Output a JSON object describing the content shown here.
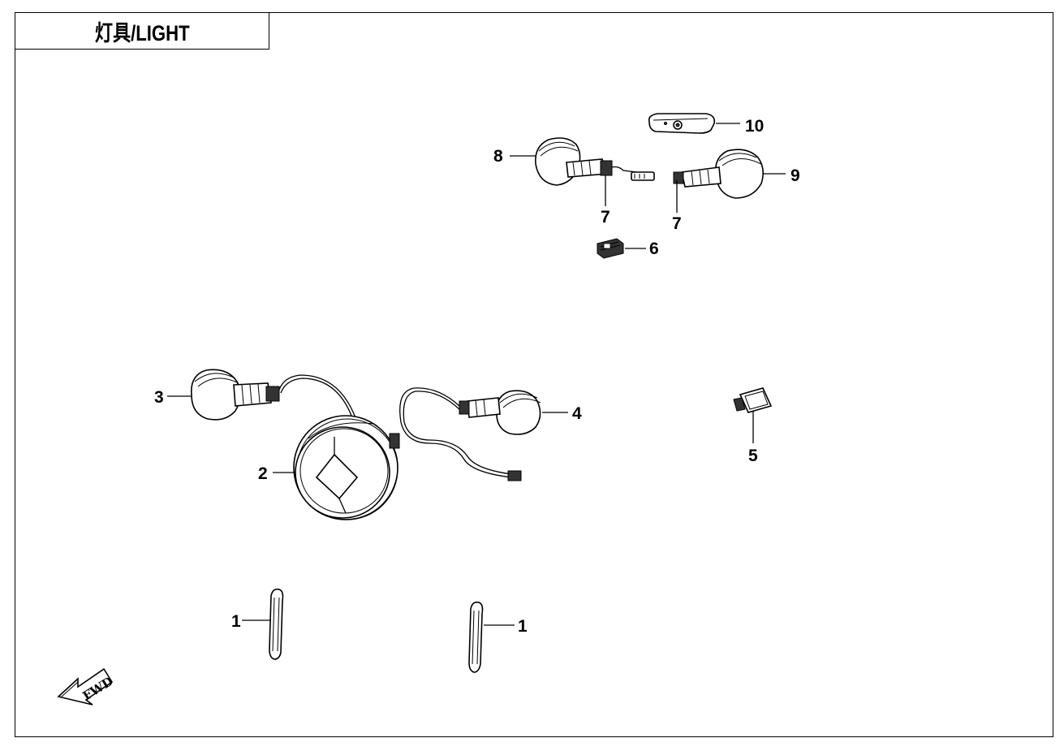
{
  "header": {
    "title": "灯具/LIGHT"
  },
  "callouts": [
    {
      "id": "c1a",
      "label": "1"
    },
    {
      "id": "c1b",
      "label": "1"
    },
    {
      "id": "c2",
      "label": "2"
    },
    {
      "id": "c3",
      "label": "3"
    },
    {
      "id": "c4",
      "label": "4"
    },
    {
      "id": "c5",
      "label": "5"
    },
    {
      "id": "c6",
      "label": "6"
    },
    {
      "id": "c7a",
      "label": "7"
    },
    {
      "id": "c7b",
      "label": "7"
    },
    {
      "id": "c8",
      "label": "8"
    },
    {
      "id": "c9",
      "label": "9"
    },
    {
      "id": "c10",
      "label": "10"
    }
  ],
  "fwd_arrow": {
    "label": "FWD",
    "icon": "forward-arrow-icon"
  }
}
